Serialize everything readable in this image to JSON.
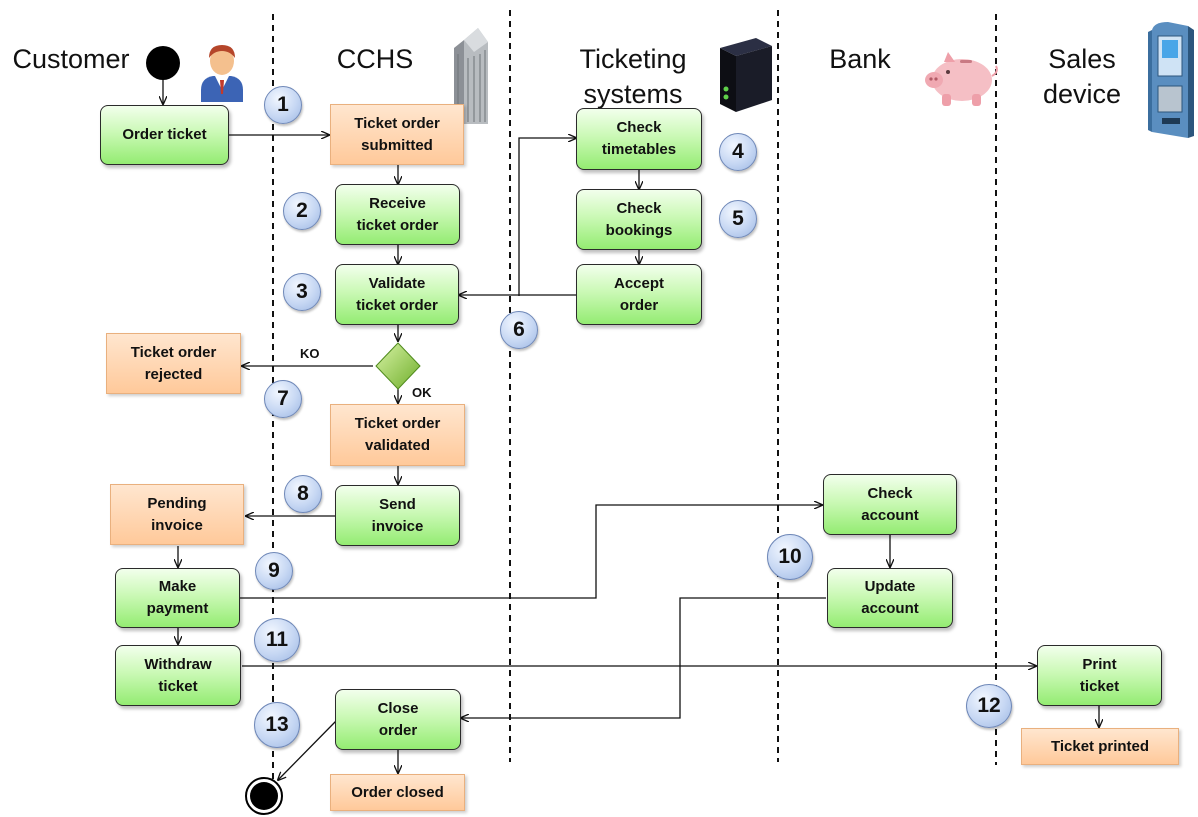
{
  "lanes": [
    {
      "title": "Customer"
    },
    {
      "title": "CCHS"
    },
    {
      "title": "Ticketing\nsystems"
    },
    {
      "title": "Bank"
    },
    {
      "title": "Sales\ndevice"
    }
  ],
  "nodes": {
    "order_ticket": "Order ticket",
    "ticket_order_submitted": "Ticket order\nsubmitted",
    "receive_ticket_order": "Receive\nticket order",
    "validate_ticket_order": "Validate\nticket order",
    "check_timetables": "Check\ntimetables",
    "check_bookings": "Check\nbookings",
    "accept_order": "Accept\norder",
    "ticket_order_rejected": "Ticket order\nrejected",
    "ticket_order_validated": "Ticket order\nvalidated",
    "send_invoice": "Send\ninvoice",
    "pending_invoice": "Pending\ninvoice",
    "make_payment": "Make\npayment",
    "check_account": "Check\naccount",
    "update_account": "Update\naccount",
    "withdraw_ticket": "Withdraw\nticket",
    "print_ticket": "Print\nticket",
    "ticket_printed": "Ticket printed",
    "close_order": "Close\norder",
    "order_closed": "Order closed"
  },
  "guards": {
    "ko": "KO",
    "ok": "OK"
  },
  "steps": [
    "1",
    "2",
    "3",
    "4",
    "5",
    "6",
    "7",
    "8",
    "9",
    "10",
    "11",
    "12",
    "13"
  ],
  "icons": {
    "customer": "person-icon",
    "cchs": "building-icon",
    "ticketing": "server-icon",
    "bank": "piggy-bank-icon",
    "sales": "ticket-machine-icon"
  },
  "colors": {
    "activity_top": "#f2ffec",
    "activity_bottom": "#94ec72",
    "state_top": "#ffe6cf",
    "state_bottom": "#ffc99a",
    "step_circle": "#c6d7f3",
    "decision": "#8fcf3f"
  }
}
